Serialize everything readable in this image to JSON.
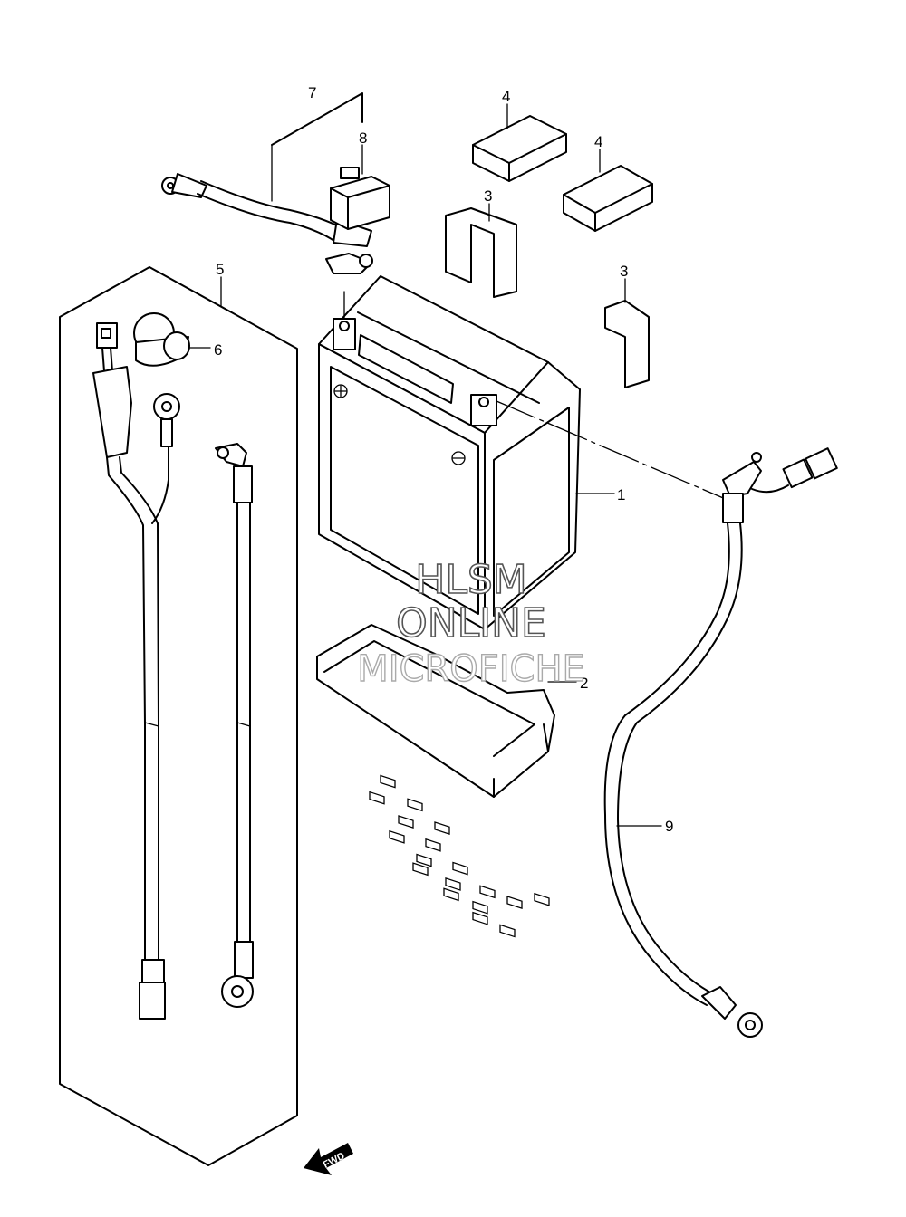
{
  "callouts": {
    "battery": "1",
    "tray": "2",
    "pad_a": "3",
    "pad_b": "3",
    "spacer_a": "4",
    "spacer_b": "4",
    "harness_kit": "5",
    "terminal_cap": "6",
    "positive_lead": "7",
    "lead_cover": "8",
    "negative_lead": "9"
  },
  "watermark": {
    "line1": "HLSM",
    "line2": "ONLINE",
    "line3": "MICROFICHE"
  },
  "direction_label": "FWD"
}
